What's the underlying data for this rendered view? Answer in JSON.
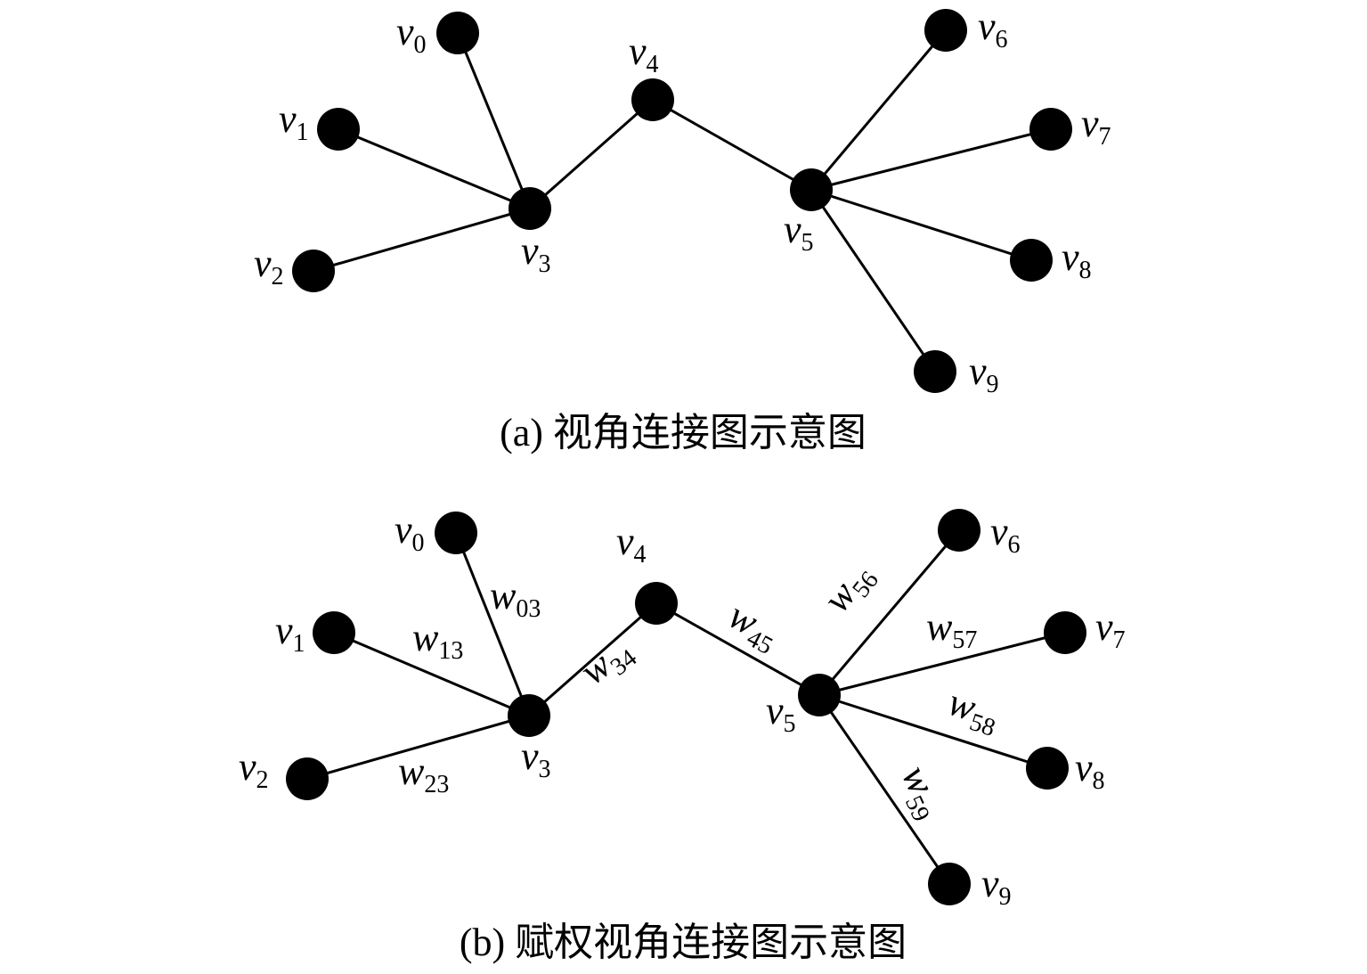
{
  "panels": [
    {
      "id": "a",
      "caption": "(a) 视角连接图示意图",
      "nodes": [
        {
          "id": "v0",
          "letter": "v",
          "sub": "0"
        },
        {
          "id": "v1",
          "letter": "v",
          "sub": "1"
        },
        {
          "id": "v2",
          "letter": "v",
          "sub": "2"
        },
        {
          "id": "v3",
          "letter": "v",
          "sub": "3"
        },
        {
          "id": "v4",
          "letter": "v",
          "sub": "4"
        },
        {
          "id": "v5",
          "letter": "v",
          "sub": "5"
        },
        {
          "id": "v6",
          "letter": "v",
          "sub": "6"
        },
        {
          "id": "v7",
          "letter": "v",
          "sub": "7"
        },
        {
          "id": "v8",
          "letter": "v",
          "sub": "8"
        },
        {
          "id": "v9",
          "letter": "v",
          "sub": "9"
        }
      ],
      "edges": [
        {
          "from": "v0",
          "to": "v3"
        },
        {
          "from": "v1",
          "to": "v3"
        },
        {
          "from": "v2",
          "to": "v3"
        },
        {
          "from": "v3",
          "to": "v4"
        },
        {
          "from": "v4",
          "to": "v5"
        },
        {
          "from": "v5",
          "to": "v6"
        },
        {
          "from": "v5",
          "to": "v7"
        },
        {
          "from": "v5",
          "to": "v8"
        },
        {
          "from": "v5",
          "to": "v9"
        }
      ]
    },
    {
      "id": "b",
      "caption": "(b) 赋权视角连接图示意图",
      "nodes": [
        {
          "id": "v0",
          "letter": "v",
          "sub": "0"
        },
        {
          "id": "v1",
          "letter": "v",
          "sub": "1"
        },
        {
          "id": "v2",
          "letter": "v",
          "sub": "2"
        },
        {
          "id": "v3",
          "letter": "v",
          "sub": "3"
        },
        {
          "id": "v4",
          "letter": "v",
          "sub": "4"
        },
        {
          "id": "v5",
          "letter": "v",
          "sub": "5"
        },
        {
          "id": "v6",
          "letter": "v",
          "sub": "6"
        },
        {
          "id": "v7",
          "letter": "v",
          "sub": "7"
        },
        {
          "id": "v8",
          "letter": "v",
          "sub": "8"
        },
        {
          "id": "v9",
          "letter": "v",
          "sub": "9"
        }
      ],
      "edges": [
        {
          "from": "v0",
          "to": "v3",
          "weight_letter": "w",
          "weight_sub": "03"
        },
        {
          "from": "v1",
          "to": "v3",
          "weight_letter": "w",
          "weight_sub": "13"
        },
        {
          "from": "v2",
          "to": "v3",
          "weight_letter": "w",
          "weight_sub": "23"
        },
        {
          "from": "v3",
          "to": "v4",
          "weight_letter": "w",
          "weight_sub": "34"
        },
        {
          "from": "v4",
          "to": "v5",
          "weight_letter": "w",
          "weight_sub": "45"
        },
        {
          "from": "v5",
          "to": "v6",
          "weight_letter": "w",
          "weight_sub": "56"
        },
        {
          "from": "v5",
          "to": "v7",
          "weight_letter": "w",
          "weight_sub": "57"
        },
        {
          "from": "v5",
          "to": "v8",
          "weight_letter": "w",
          "weight_sub": "58"
        },
        {
          "from": "v5",
          "to": "v9",
          "weight_letter": "w",
          "weight_sub": "59"
        }
      ]
    }
  ]
}
